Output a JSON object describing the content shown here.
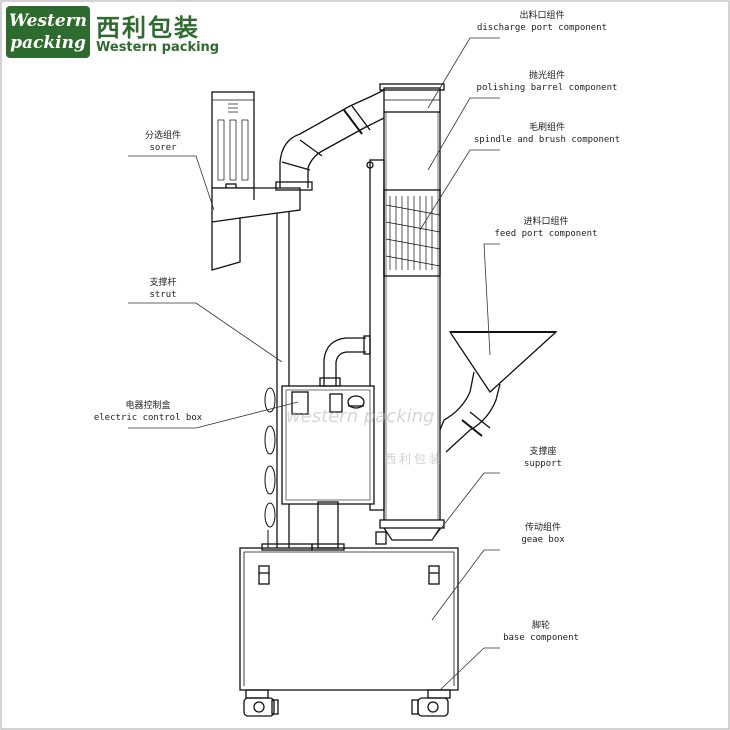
{
  "logo": {
    "line1": "Western",
    "line2": "packing",
    "cn": "西利包装",
    "en": "Western packing",
    "color": "#2e6b2e"
  },
  "watermark": {
    "en": "western packing",
    "cn": "西利包装"
  },
  "labels": {
    "discharge": {
      "cn": "出料口组件",
      "en": "discharge port component"
    },
    "polishing": {
      "cn": "抛光组件",
      "en": "polishing barrel component"
    },
    "spindle": {
      "cn": "毛刷组件",
      "en": "spindle and brush component"
    },
    "feed": {
      "cn": "进料口组件",
      "en": "feed port component"
    },
    "sorter": {
      "cn": "分选组件",
      "en": "sorer"
    },
    "strut": {
      "cn": "支撑杆",
      "en": "strut"
    },
    "control": {
      "cn": "电器控制盒",
      "en": "electric control box"
    },
    "support": {
      "cn": "支撑座",
      "en": "support"
    },
    "gear": {
      "cn": "传动组件",
      "en": "geae box"
    },
    "base": {
      "cn": "脚轮",
      "en": "base component"
    }
  }
}
